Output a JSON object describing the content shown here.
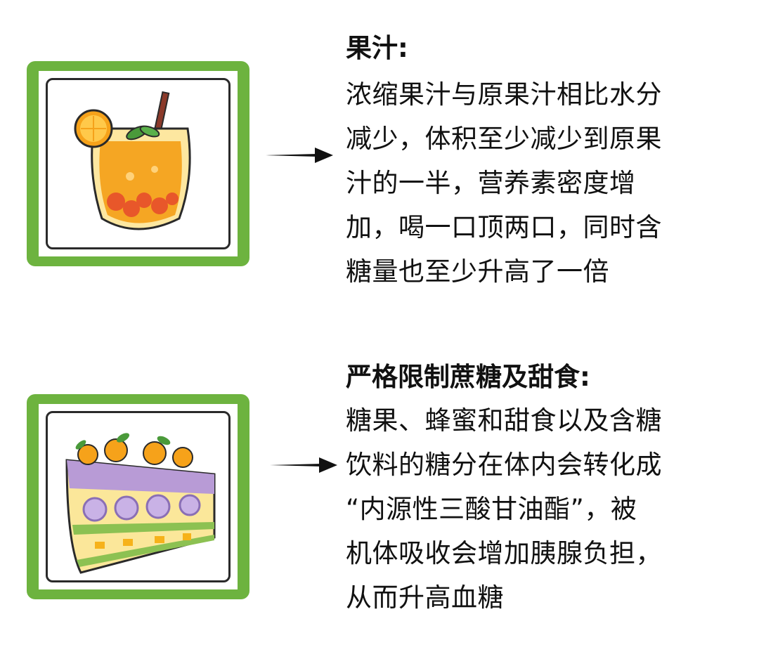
{
  "section1": {
    "heading": "果汁:",
    "lines": [
      "浓缩果汁与原果汁相比水分",
      "减少，体积至少减少到原果",
      "汁的一半，营养素密度增",
      "加，喝一口顶两口，同时含",
      "糖量也至少升高了一倍"
    ],
    "image_icon": "orange-juice-glass-icon"
  },
  "section2": {
    "heading": "严格限制蔗糖及甜食:",
    "lines": [
      "糖果、蜂蜜和甜食以及含糖",
      "饮料的糖分在体内会转化成",
      "“内源性三酸甘油酯”，被",
      "机体吸收会增加胰腺负担，",
      "从而升高血糖"
    ],
    "image_icon": "fruit-cake-slice-icon"
  },
  "colors": {
    "frame_green": "#6db33f",
    "text": "#111111",
    "arrow": "#111111"
  }
}
